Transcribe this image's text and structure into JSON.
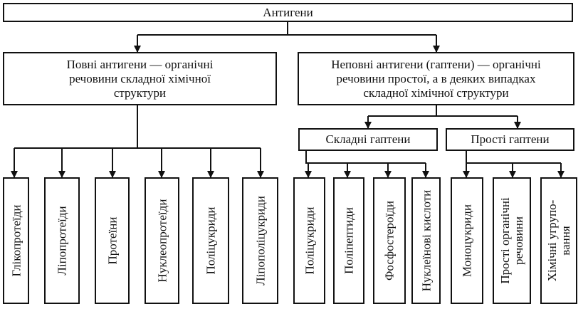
{
  "root": {
    "label": "Антигени"
  },
  "full": {
    "lines": [
      "Повні антигени — органічні",
      "речовини складної хімічної",
      "структури"
    ],
    "children": [
      {
        "lines": [
          "Глікопротеїди"
        ]
      },
      {
        "lines": [
          "Ліпопротеїди"
        ]
      },
      {
        "lines": [
          "Протеїни"
        ]
      },
      {
        "lines": [
          "Нуклеопротеїди"
        ]
      },
      {
        "lines": [
          "Поліцукриди"
        ]
      },
      {
        "lines": [
          "Ліпополіцукриди"
        ]
      }
    ]
  },
  "incomplete": {
    "lines": [
      "Неповні антигени (гаптени) — органічні",
      "речовини простої, а в деяких випадках",
      "складної хімічної структури"
    ],
    "complex": {
      "label": "Складні гаптени",
      "children": [
        {
          "lines": [
            "Поліцукриди"
          ]
        },
        {
          "lines": [
            "Поліпептиди"
          ]
        },
        {
          "lines": [
            "Фосфостероїди"
          ]
        },
        {
          "lines": [
            "Нуклеїнові кислоти"
          ]
        }
      ]
    },
    "simple": {
      "label": "Прості гаптени",
      "children": [
        {
          "lines": [
            "Моноцукриди"
          ]
        },
        {
          "lines": [
            "Прості органічні",
            "речовини"
          ]
        },
        {
          "lines": [
            "Хімічні угрупо-",
            "вання"
          ]
        }
      ]
    }
  }
}
